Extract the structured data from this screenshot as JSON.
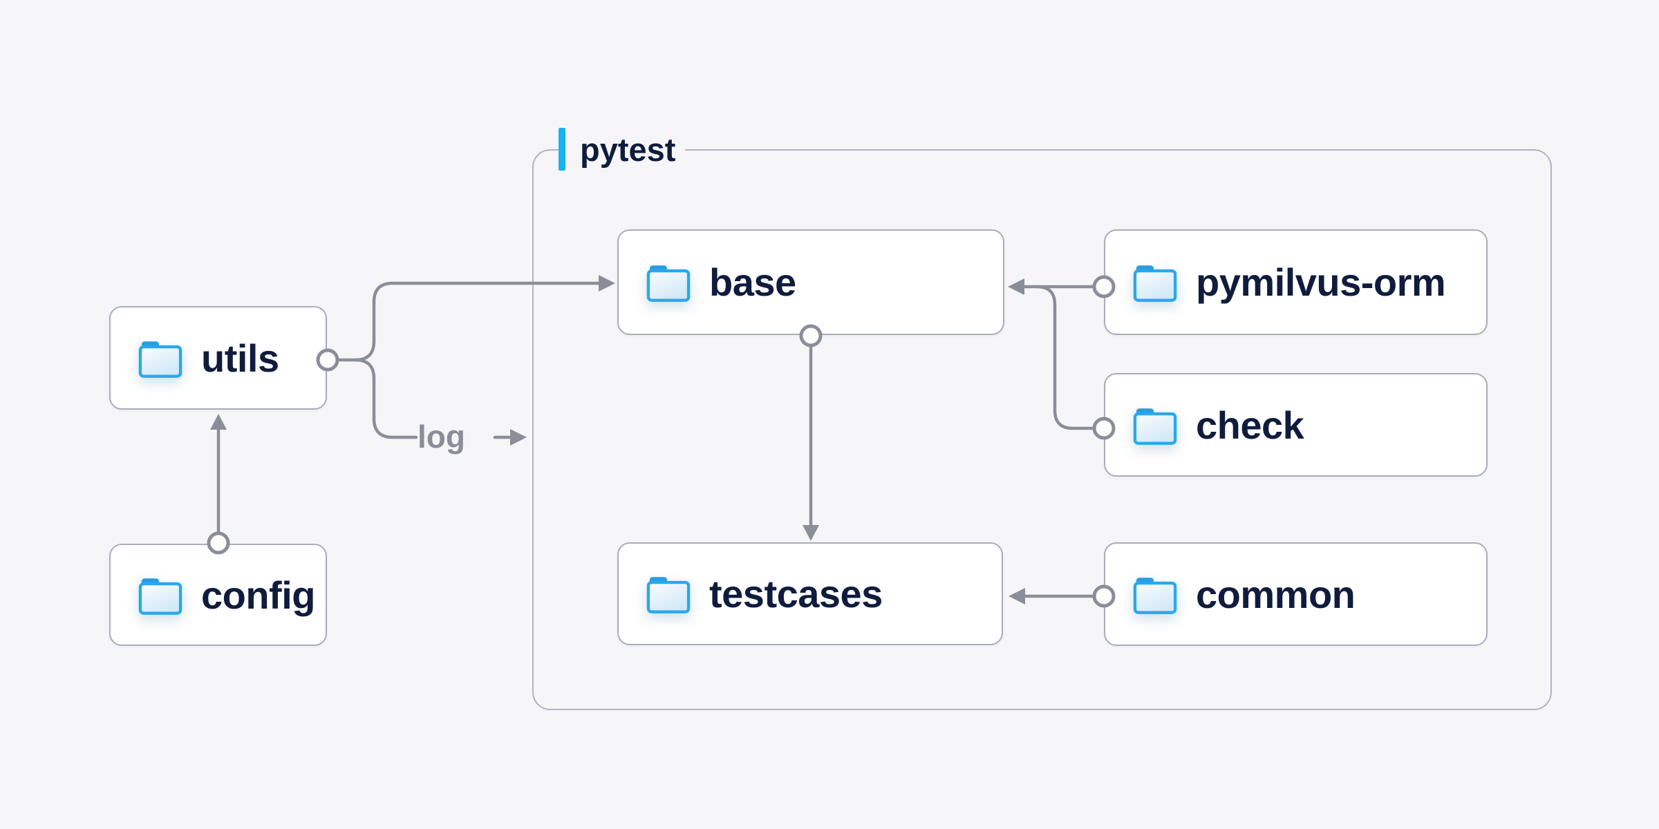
{
  "diagram": {
    "container": {
      "label": "pytest"
    },
    "nodes": [
      {
        "id": "utils",
        "label": "utils",
        "icon": "folder-icon"
      },
      {
        "id": "config",
        "label": "config",
        "icon": "folder-icon"
      },
      {
        "id": "base",
        "label": "base",
        "icon": "folder-icon"
      },
      {
        "id": "pymilvus-orm",
        "label": "pymilvus-orm",
        "icon": "folder-icon"
      },
      {
        "id": "check",
        "label": "check",
        "icon": "folder-icon"
      },
      {
        "id": "testcases",
        "label": "testcases",
        "icon": "folder-icon"
      },
      {
        "id": "common",
        "label": "common",
        "icon": "folder-icon"
      }
    ],
    "edges": [
      {
        "from": "config",
        "to": "utils",
        "label": ""
      },
      {
        "from": "utils",
        "to": "base",
        "label": ""
      },
      {
        "from": "utils",
        "to": "pytest",
        "label": "log"
      },
      {
        "from": "base",
        "to": "testcases",
        "label": ""
      },
      {
        "from": "pymilvus-orm",
        "to": "base",
        "label": ""
      },
      {
        "from": "check",
        "to": "base",
        "label": ""
      },
      {
        "from": "common",
        "to": "testcases",
        "label": ""
      }
    ],
    "colors": {
      "bg": "#f6f6f8",
      "box-border": "#a9adb9",
      "group-border": "#b1b3c1",
      "line-gray": "#8b8e99",
      "navy": "#101c3d",
      "accent": "#19b2f1",
      "folder-blue": "#29a8ee",
      "folder-dark": "#2a9de2",
      "port-fill": "#fdfdfe"
    }
  }
}
